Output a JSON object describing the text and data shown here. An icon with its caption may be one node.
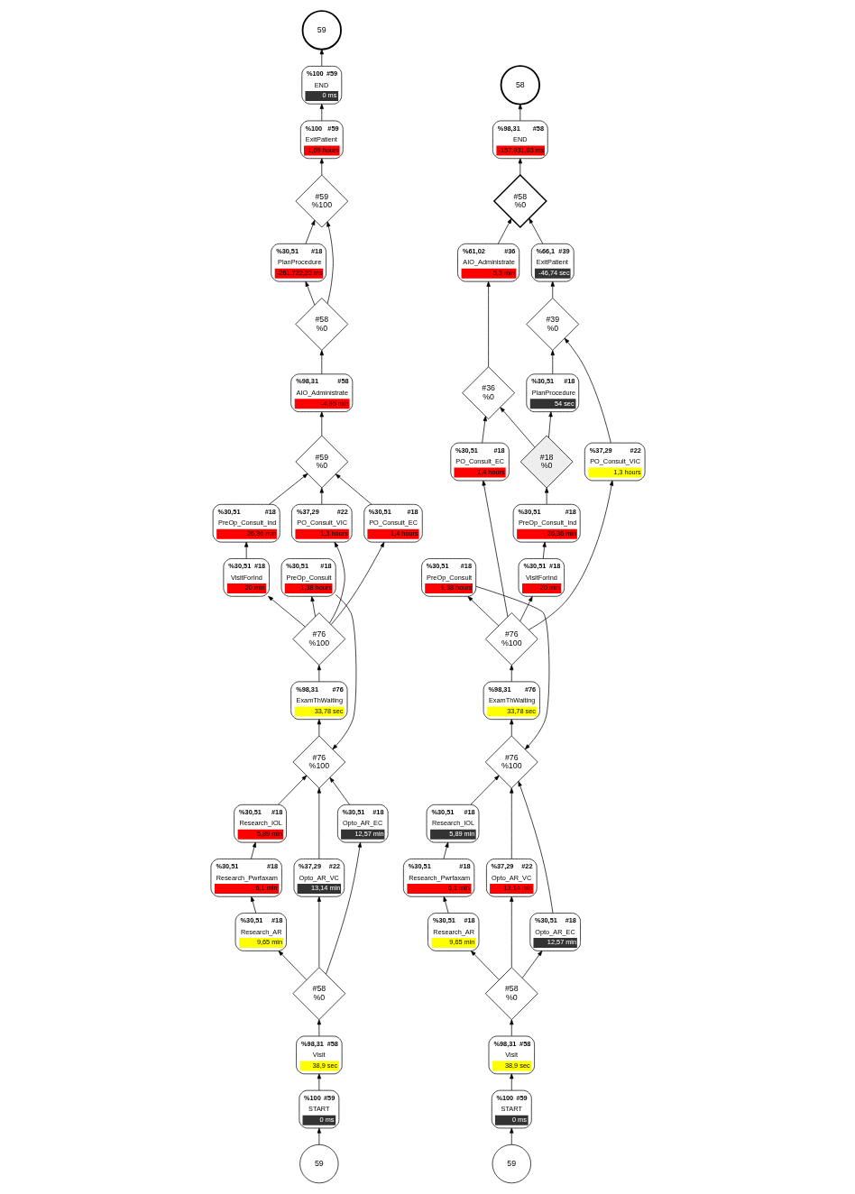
{
  "diagram": {
    "nodes": [
      {
        "text": [
          "59"
        ]
      },
      {
        "text": [
          "%100",
          "#59",
          "START",
          "0 ms"
        ]
      },
      {
        "text": [
          "%98,31",
          "#58",
          "Visit",
          "38,9 sec"
        ]
      },
      {
        "text": [
          "#58",
          "%0"
        ]
      },
      {
        "text": [
          "%30,51",
          "#18",
          "Research_AR",
          "9,65 min"
        ]
      },
      {
        "text": [
          "%30,51",
          "#18",
          "Research_Pwrfaxam",
          "6,1 min"
        ]
      },
      {
        "text": [
          "%37,29",
          "#22",
          "Opto_AR_VC",
          "13,14 min"
        ]
      },
      {
        "text": [
          "%30,51",
          "#18",
          "Research_IOL",
          "5,89 min"
        ]
      },
      {
        "text": [
          "%30,51",
          "#18",
          "Opto_AR_EC",
          "12,57 min"
        ]
      },
      {
        "text": [
          "#76",
          "%100"
        ]
      },
      {
        "text": [
          "%98,31",
          "#76",
          "ExamThWaiting",
          "33,78 sec"
        ]
      },
      {
        "text": [
          "#76",
          "%100"
        ]
      },
      {
        "text": [
          "%30,51",
          "#18",
          "VisitForInd",
          "20 min"
        ]
      },
      {
        "text": [
          "%30,51",
          "#18",
          "PreOp_Consult",
          "1,38 hours"
        ]
      },
      {
        "text": [
          "%30,51",
          "#18",
          "PreOp_Consult_Ind",
          "26,36 min"
        ]
      },
      {
        "text": [
          "%37,29",
          "#22",
          "PO_Consult_VIC",
          "1,3 hours"
        ]
      },
      {
        "text": [
          "%30,51",
          "#18",
          "PO_Consult_EC",
          "1,4 hours"
        ]
      },
      {
        "text": [
          "#59",
          "%0"
        ]
      },
      {
        "text": [
          "%98,31",
          "#58",
          "AIO_Administrate",
          "-4,95 min"
        ]
      },
      {
        "text": [
          "#58",
          "%0"
        ]
      },
      {
        "text": [
          "%30,51",
          "#18",
          "PlanProcedure",
          "-261.722,22 ms"
        ]
      },
      {
        "text": [
          "#59",
          "%100"
        ]
      },
      {
        "text": [
          "%100",
          "#59",
          "ExitPatient",
          "1,09 hours"
        ]
      },
      {
        "text": [
          "%100",
          "#59",
          "END",
          "0 ms"
        ]
      },
      {
        "text": [
          "59"
        ]
      },
      {
        "text": [
          "59"
        ]
      },
      {
        "text": [
          "%100",
          "#59",
          "START",
          "0 ms"
        ]
      },
      {
        "text": [
          "%98,31",
          "#58",
          "Visit",
          "38,9 sec"
        ]
      },
      {
        "text": [
          "#58",
          "%0"
        ]
      },
      {
        "text": [
          "%30,51",
          "#18",
          "Research_AR",
          "9,65 min"
        ]
      },
      {
        "text": [
          "%30,51",
          "#18",
          "Research_Pwrfaxam",
          "6,1 min"
        ]
      },
      {
        "text": [
          "%30,51",
          "#18",
          "Research_IOL",
          "5,89 min"
        ]
      },
      {
        "text": [
          "%37,29",
          "#22",
          "Opto_AR_VC",
          "13,14 min"
        ]
      },
      {
        "text": [
          "%30,51",
          "#18",
          "Opto_AR_EC",
          "12,57 min"
        ]
      },
      {
        "text": [
          "#76",
          "%100"
        ]
      },
      {
        "text": [
          "%98,31",
          "#76",
          "ExamThWaiting",
          "33,78 sec"
        ]
      },
      {
        "text": [
          "#76",
          "%100"
        ]
      },
      {
        "text": [
          "%30,51",
          "#18",
          "PreOp_Consult",
          "1,38 hours"
        ]
      },
      {
        "text": [
          "%30,51",
          "#18",
          "VisitForInd",
          "20 min"
        ]
      },
      {
        "text": [
          "%30,51",
          "#18",
          "PreOp_Consult_Ind",
          "26,36 min"
        ]
      },
      {
        "text": [
          "#18",
          "%0"
        ]
      },
      {
        "text": [
          "%30,51",
          "#18",
          "PO_Consult_EC",
          "1,4 hours"
        ]
      },
      {
        "text": [
          "%37,29",
          "#22",
          "PO_Consult_VIC",
          "1,3 hours"
        ]
      },
      {
        "text": [
          "%30,51",
          "#18",
          "PlanProcedure",
          "54 sec"
        ]
      },
      {
        "text": [
          "#36",
          "%0"
        ]
      },
      {
        "text": [
          "#39",
          "%0"
        ]
      },
      {
        "text": [
          "%61,02",
          "#36",
          "AIO_Administrate",
          "5,3 min"
        ]
      },
      {
        "text": [
          "%66,1",
          "#39",
          "ExitPatient",
          "-46,74 sec"
        ]
      },
      {
        "text": [
          "#58",
          "%0"
        ]
      },
      {
        "text": [
          "%98,31",
          "#58",
          "END",
          "-157.931,03 ms"
        ]
      },
      {
        "text": [
          "58"
        ]
      }
    ],
    "edges": [
      {
        "from": 0,
        "to": 1,
        "arrow": "to"
      },
      {
        "from": 1,
        "to": 2,
        "arrow": "to"
      },
      {
        "from": 2,
        "to": 3,
        "arrow": "to"
      },
      {
        "from": 3,
        "to": 4,
        "arrow": "to"
      },
      {
        "from": 3,
        "to": 6,
        "arrow": "to"
      },
      {
        "from": 3,
        "to": 8,
        "arrow": "to"
      },
      {
        "from": 4,
        "to": 5,
        "arrow": "to"
      },
      {
        "from": 5,
        "to": 7,
        "arrow": "to"
      },
      {
        "from": 6,
        "to": 9,
        "arrow": "to"
      },
      {
        "from": 7,
        "to": 9,
        "arrow": "to"
      },
      {
        "from": 8,
        "to": 9,
        "arrow": "to"
      },
      {
        "from": 9,
        "to": 10,
        "arrow": "to"
      },
      {
        "from": 10,
        "to": 11,
        "arrow": "to"
      },
      {
        "from": 11,
        "to": 12,
        "arrow": "to"
      },
      {
        "from": 11,
        "to": 13,
        "arrow": "to"
      },
      {
        "from": 11,
        "to": 15,
        "arrow": "to"
      },
      {
        "from": 11,
        "to": 16,
        "arrow": "to"
      },
      {
        "from": 12,
        "to": 14,
        "arrow": "to"
      },
      {
        "from": 13,
        "to": 9,
        "arrow": "to"
      },
      {
        "from": 14,
        "to": 17,
        "arrow": "to"
      },
      {
        "from": 15,
        "to": 17,
        "arrow": "to"
      },
      {
        "from": 16,
        "to": 17,
        "arrow": "to"
      },
      {
        "from": 17,
        "to": 18,
        "arrow": "to"
      },
      {
        "from": 18,
        "to": 19,
        "arrow": "to"
      },
      {
        "from": 19,
        "to": 20,
        "arrow": "to"
      },
      {
        "from": 19,
        "to": 21,
        "arrow": "to"
      },
      {
        "from": 20,
        "to": 21,
        "arrow": "to"
      },
      {
        "from": 21,
        "to": 22,
        "arrow": "to"
      },
      {
        "from": 22,
        "to": 23,
        "arrow": "to"
      },
      {
        "from": 23,
        "to": 24,
        "arrow": "to"
      },
      {
        "from": 25,
        "to": 26,
        "arrow": "to"
      },
      {
        "from": 26,
        "to": 27,
        "arrow": "to"
      },
      {
        "from": 27,
        "to": 28,
        "arrow": "to"
      },
      {
        "from": 28,
        "to": 29,
        "arrow": "to"
      },
      {
        "from": 28,
        "to": 32,
        "arrow": "to"
      },
      {
        "from": 28,
        "to": 33,
        "arrow": "to"
      },
      {
        "from": 29,
        "to": 30,
        "arrow": "to"
      },
      {
        "from": 30,
        "to": 31,
        "arrow": "to"
      },
      {
        "from": 31,
        "to": 34,
        "arrow": "to"
      },
      {
        "from": 32,
        "to": 34,
        "arrow": "to"
      },
      {
        "from": 33,
        "to": 34,
        "arrow": "to"
      },
      {
        "from": 34,
        "to": 35,
        "arrow": "to"
      },
      {
        "from": 35,
        "to": 36,
        "arrow": "to"
      },
      {
        "from": 36,
        "to": 37,
        "arrow": "to"
      },
      {
        "from": 36,
        "to": 38,
        "arrow": "to"
      },
      {
        "from": 36,
        "to": 41,
        "arrow": "to"
      },
      {
        "from": 36,
        "to": 42,
        "arrow": "to"
      },
      {
        "from": 37,
        "to": 34,
        "arrow": "to"
      },
      {
        "from": 38,
        "to": 39,
        "arrow": "to"
      },
      {
        "from": 39,
        "to": 40,
        "arrow": "to"
      },
      {
        "from": 40,
        "to": 43,
        "arrow": "to"
      },
      {
        "from": 40,
        "to": 44,
        "arrow": "to"
      },
      {
        "from": 41,
        "to": 44,
        "arrow": "to"
      },
      {
        "from": 42,
        "to": 45,
        "arrow": "to"
      },
      {
        "from": 43,
        "to": 45,
        "arrow": "to"
      },
      {
        "from": 44,
        "to": 46,
        "arrow": "to"
      },
      {
        "from": 45,
        "to": 47,
        "arrow": "to"
      },
      {
        "from": 46,
        "to": 48,
        "arrow": "to"
      },
      {
        "from": 47,
        "to": 48,
        "arrow": "to"
      },
      {
        "from": 48,
        "to": 49,
        "arrow": "to"
      },
      {
        "from": 49,
        "to": 50,
        "arrow": "to"
      }
    ]
  }
}
